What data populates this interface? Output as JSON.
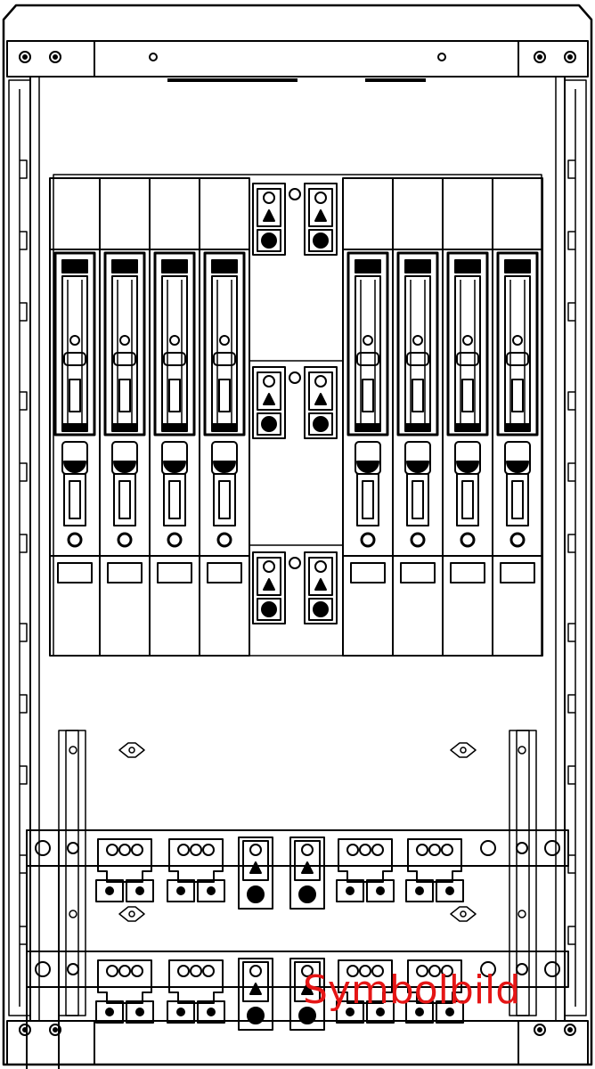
{
  "watermark": {
    "text": "Symbolbild",
    "color": "#e51515"
  },
  "colors": {
    "line": "#000000",
    "background": "#ffffff"
  },
  "fuse_bases": {
    "left_group_count": 4,
    "right_group_count": 4
  },
  "terminal_clamps": {
    "rows": 3,
    "per_row": 2
  },
  "busbars": {
    "count": 2,
    "clamps_per_bar": [
      "three-hole",
      "three-hole",
      "arrow",
      "arrow",
      "three-hole",
      "three-hole"
    ]
  }
}
